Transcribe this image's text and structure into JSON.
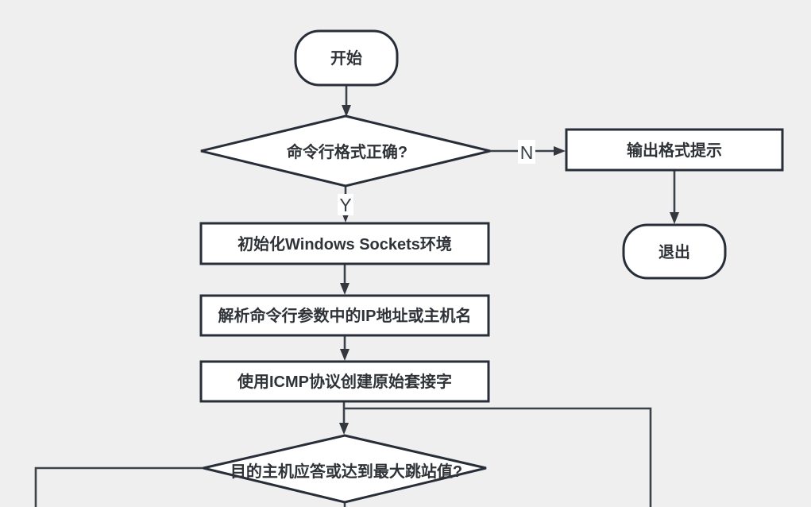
{
  "diagram": {
    "title": "traceroute-program-flowchart",
    "colors": {
      "background": "#efefef",
      "node_fill": "#ffffff",
      "node_border": "#272e38",
      "connector": "#3c4249",
      "text": "#2f3338",
      "edge_label_bg": "#ffffff"
    },
    "nodes": {
      "start": {
        "label": "开始",
        "type": "terminator"
      },
      "check_format": {
        "label": "命令行格式正确?",
        "type": "decision"
      },
      "format_hint": {
        "label": "输出格式提示",
        "type": "process"
      },
      "exit": {
        "label": "退出",
        "type": "terminator"
      },
      "init_sockets": {
        "label": "初始化Windows Sockets环境",
        "type": "process"
      },
      "parse_args": {
        "label": "解析命令行参数中的IP地址或主机名",
        "type": "process"
      },
      "create_socket": {
        "label": "使用ICMP协议创建原始套接字",
        "type": "process"
      },
      "check_reply": {
        "label": "目的主机应答或达到最大跳站值?",
        "type": "decision"
      }
    },
    "edge_labels": {
      "no": "N",
      "yes": "Y"
    }
  }
}
